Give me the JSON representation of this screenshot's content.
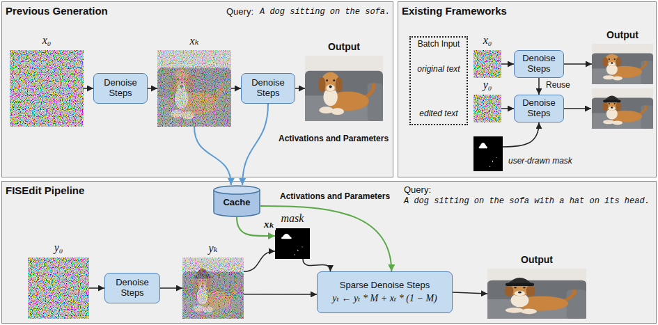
{
  "diagram": {
    "nodes": [
      {
        "text": [
          "Previous Generation"
        ]
      },
      {
        "text": [
          "x₀"
        ],
        "in": 0
      },
      {
        "text": [
          "Denoise Steps"
        ],
        "in": 0
      },
      {
        "text": [
          "xₖ"
        ],
        "in": 0
      },
      {
        "text": [
          "Denoise Steps"
        ],
        "in": 0
      },
      {
        "text": [
          "Output"
        ],
        "in": 0
      },
      {
        "text": [
          "Existing Frameworks"
        ]
      },
      {
        "text": [
          "Batch Input",
          "original text",
          "edited text"
        ],
        "in": 6
      },
      {
        "text": [
          "x₀"
        ],
        "in": 6
      },
      {
        "text": [
          "Denoise Steps"
        ],
        "in": 6
      },
      {
        "text": [
          "Output"
        ],
        "in": 6
      },
      {
        "text": [
          "y₀"
        ],
        "in": 6
      },
      {
        "text": [
          "Denoise Steps"
        ],
        "in": 6
      },
      {
        "text": [
          "user-drawn mask"
        ],
        "in": 6
      },
      {
        "text": [
          "FISEdit Pipeline"
        ]
      },
      {
        "text": [
          "Cache"
        ],
        "in": 14
      },
      {
        "text": [
          "y₀"
        ],
        "in": 14
      },
      {
        "text": [
          "Denoise Steps"
        ],
        "in": 14
      },
      {
        "text": [
          "yₖ"
        ],
        "in": 14
      },
      {
        "text": [
          "mask"
        ],
        "in": 14
      },
      {
        "text": [
          "Sparse Denoise Steps",
          "yₜ ← yₜ * M + xₜ * (1 − M)"
        ],
        "in": 14
      },
      {
        "text": [
          "Output"
        ],
        "in": 14
      }
    ],
    "edges": [
      {
        "from": 1,
        "to": 2,
        "arrow": "to"
      },
      {
        "from": 2,
        "to": 3,
        "arrow": "to"
      },
      {
        "from": 3,
        "to": 4,
        "arrow": "to"
      },
      {
        "from": 4,
        "to": 5,
        "arrow": "to"
      },
      {
        "from": 8,
        "to": 9,
        "arrow": "to"
      },
      {
        "from": 9,
        "to": 10,
        "arrow": "to"
      },
      {
        "from": 11,
        "to": 12,
        "arrow": "to"
      },
      {
        "from": 9,
        "to": 12,
        "label": "Reuse",
        "arrow": "to"
      },
      {
        "from": 13,
        "to": 12,
        "arrow": "to"
      },
      {
        "from": 3,
        "to": 15,
        "arrow": "to"
      },
      {
        "from": 4,
        "to": 15,
        "arrow": "to"
      },
      {
        "from": 16,
        "to": 17,
        "arrow": "to"
      },
      {
        "from": 17,
        "to": 18,
        "arrow": "to"
      },
      {
        "from": 18,
        "to": 20,
        "arrow": "to"
      },
      {
        "from": 18,
        "to": 19,
        "arrow": "to"
      },
      {
        "from": 19,
        "to": 20,
        "arrow": "to"
      },
      {
        "from": 15,
        "to": 19,
        "label": "xₖ",
        "arrow": "to"
      },
      {
        "from": 15,
        "to": 20,
        "label": "Activations and Parameters",
        "arrow": "to"
      },
      {
        "from": 20,
        "to": 21,
        "arrow": "to"
      }
    ],
    "labels": [
      "Query:",
      "A dog sitting on the sofa.",
      "Activations and Parameters",
      "Query:",
      "A dog sitting on the sofa with a hat on its head."
    ]
  }
}
